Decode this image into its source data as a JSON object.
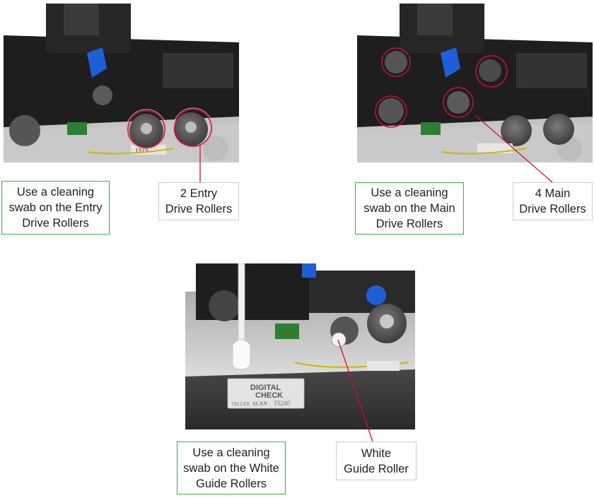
{
  "panels": [
    {
      "instruction": "Use a cleaning\nswab on the Entry\nDrive Rollers",
      "label": "2 Entry\nDrive Rollers"
    },
    {
      "instruction": "Use a cleaning\nswab on the Main\nDrive Rollers",
      "label": "4 Main\nDrive Rollers"
    },
    {
      "instruction": "Use a cleaning\nswab on the White\nGuide Rollers",
      "label": "White\nGuide Roller"
    }
  ],
  "device_badge": {
    "brand_line1": "DIGITAL",
    "brand_line2": "CHECK",
    "model_prefix": "TELLER",
    "model_name": "SCAN",
    "model_number": "TS240"
  },
  "board_label": "13TS",
  "colors": {
    "instruction_border": "#3cb44b",
    "label_border": "#cfcfcf",
    "callout": "#c8102e"
  }
}
